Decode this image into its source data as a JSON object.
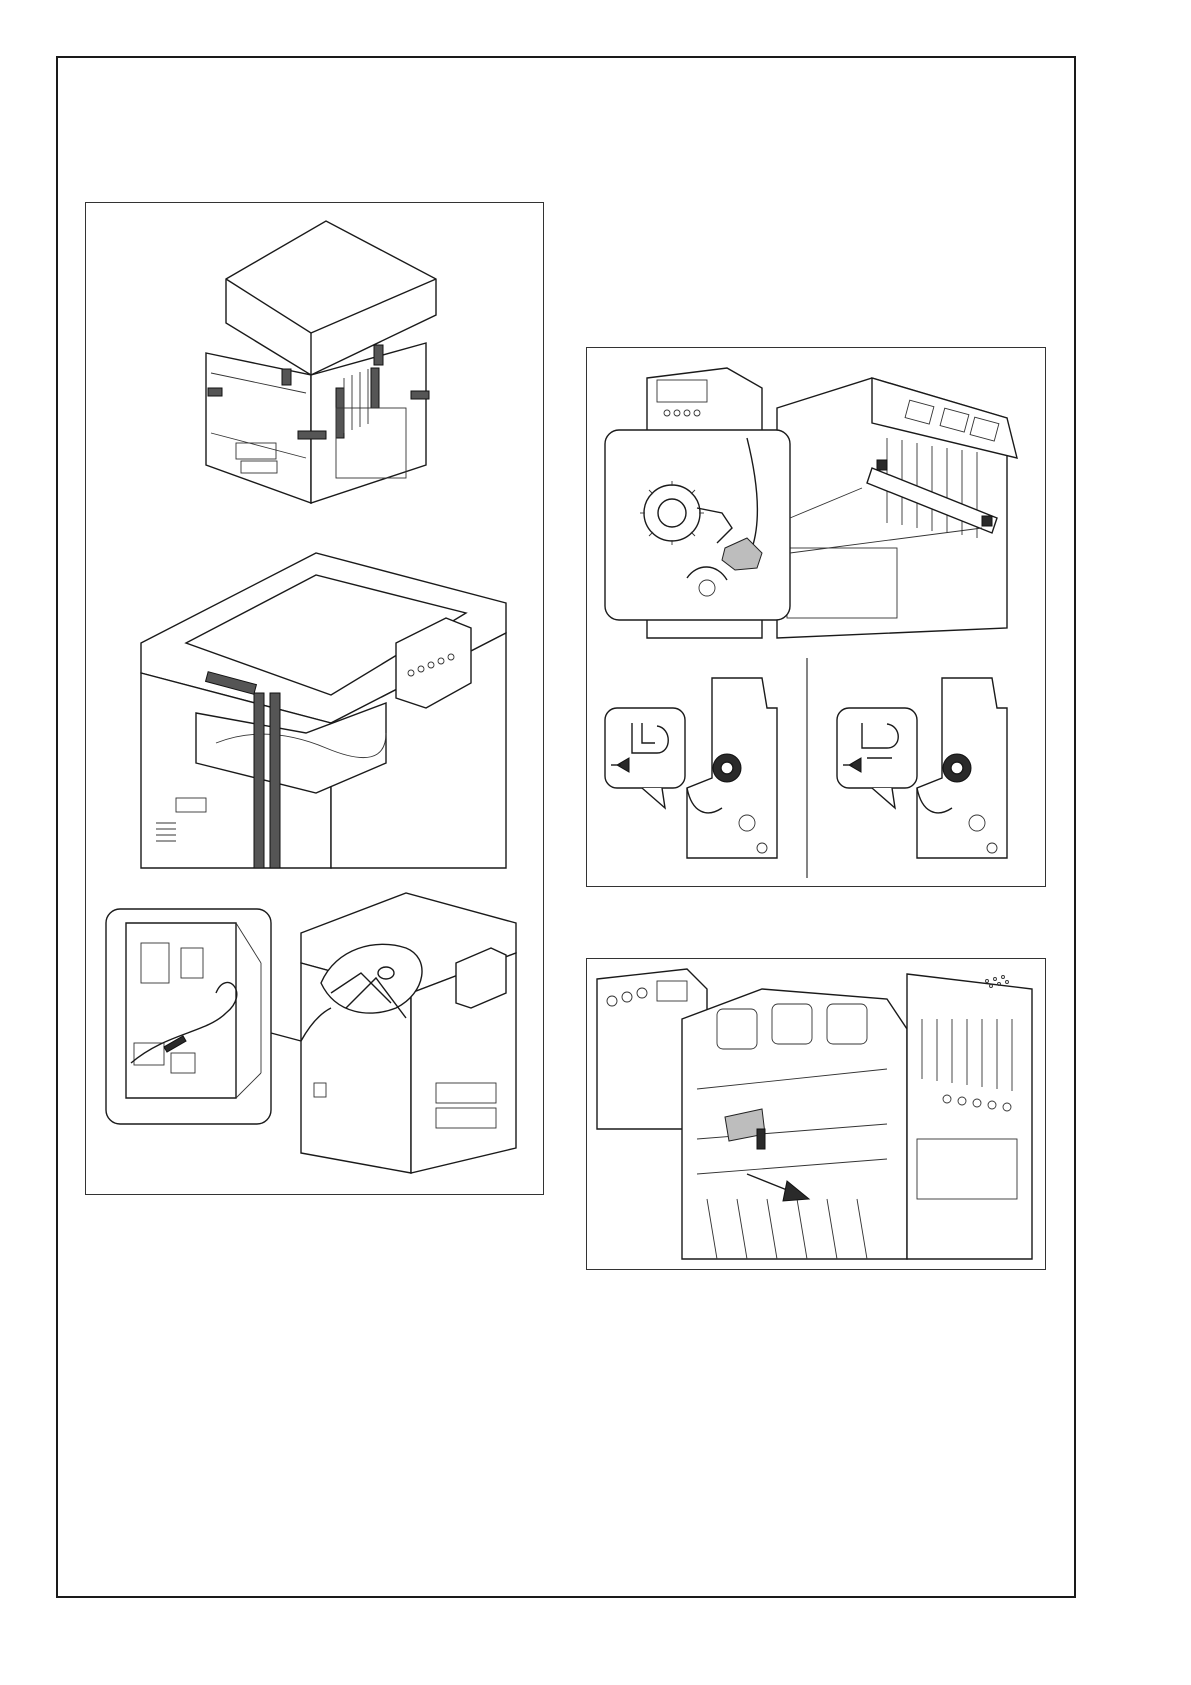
{
  "colors": {
    "line": "#1a1a1a",
    "tape": "#555555",
    "paper": "#ffffff"
  },
  "figures": {
    "left": {
      "boxed_machine": "boxed-machine-illustration",
      "taped_machine": "taped-machine-illustration",
      "bagged_machine": "bagged-machine-illustration",
      "cable_callout": "cable-callout-illustration"
    },
    "right_top": {
      "fuser_unit": "fuser-unit-illustration",
      "lever_before": "lever-position-before",
      "lever_after": "lever-position-after"
    },
    "right_bottom": {
      "sheet_removal": "protective-sheet-removal-illustration"
    }
  }
}
